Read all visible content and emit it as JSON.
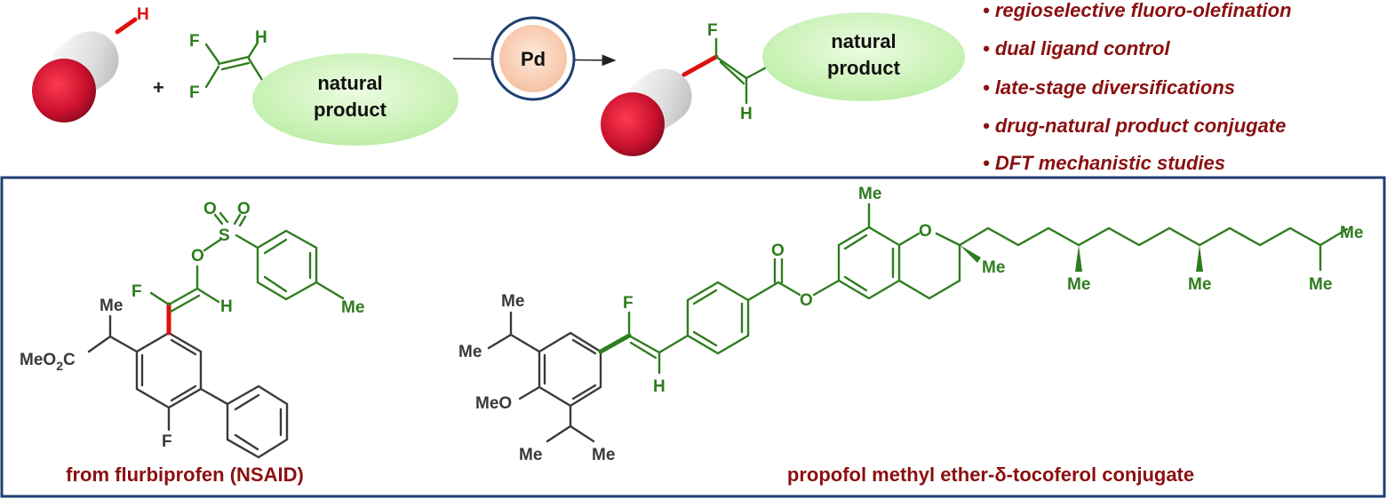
{
  "colors": {
    "accent_red": "#8b1010",
    "bond_red": "#e01010",
    "product_green": "#2e7d1e",
    "frame_blue": "#1f3f73",
    "drug_gray": "#3a3a3a",
    "blob_green": "#d6f5c8",
    "pd_fill": "#fbd9c4"
  },
  "icons": [
    "pill-capsule-icon"
  ],
  "reaction": {
    "catalyst": "Pd",
    "plus": "+",
    "np_top": "natural",
    "np_bottom": "product"
  },
  "atoms": {
    "H": "H",
    "F": "F",
    "O": "O",
    "S": "S",
    "Me": "Me",
    "MeO": "MeO",
    "MeO2C_a": "MeO",
    "MeO2C_sub": "2",
    "MeO2C_b": "C"
  },
  "features": [
    "• regioselective fluoro-olefination",
    "• dual ligand control",
    "• late-stage diversifications",
    "• drug-natural product conjugate",
    "• DFT mechanistic studies"
  ],
  "examples": {
    "left_caption": "from flurbiprofen (NSAID)",
    "right_caption": "propofol methyl ether-δ-tocoferol conjugate"
  }
}
